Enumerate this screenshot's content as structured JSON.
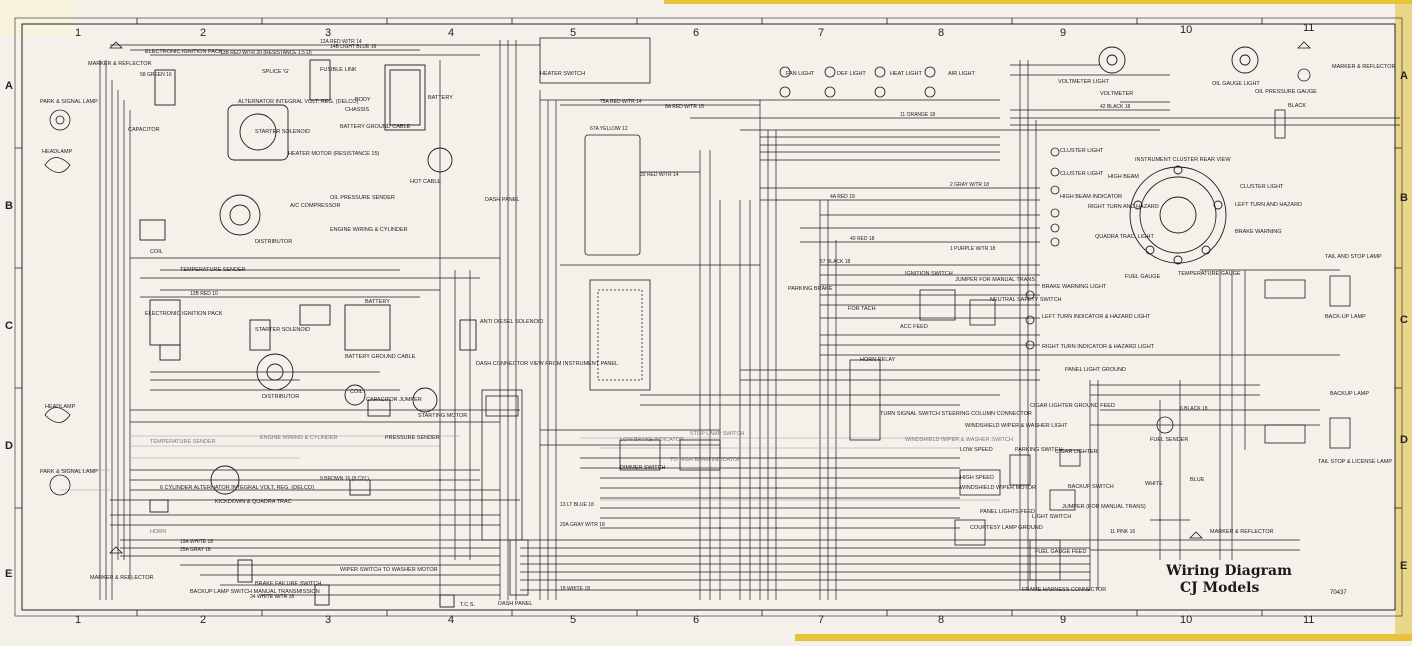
{
  "title": {
    "line1": "Wiring Diagram",
    "line2": "CJ Models"
  },
  "part_number": "70437",
  "columns": [
    "1",
    "2",
    "3",
    "4",
    "5",
    "6",
    "7",
    "8",
    "9",
    "10",
    "11"
  ],
  "rows": [
    "A",
    "B",
    "C",
    "D",
    "E"
  ],
  "colors": {
    "paper": "#f4f1ea",
    "ink": "#1c1c1c",
    "faint_ink": "#8a8a8a",
    "edge": "#e8c23a"
  },
  "labels": [
    {
      "id": "marker-reflector-left-top",
      "text": "MARKER & REFLECTOR"
    },
    {
      "id": "electronic-ignition-pack-top",
      "text": "ELECTRONIC IGNITION PACK"
    },
    {
      "id": "park-signal-lamp-top",
      "text": "PARK & SIGNAL LAMP"
    },
    {
      "id": "headlamp-top",
      "text": "HEADLAMP"
    },
    {
      "id": "capacitor-top",
      "text": "CAPACITOR"
    },
    {
      "id": "alternator-top",
      "text": "ALTERNATOR INTEGRAL VOLT. REG. (DELCO)"
    },
    {
      "id": "starter-solenoid-top",
      "text": "STARTER SOLENOID"
    },
    {
      "id": "heater-motor",
      "text": "HEATER MOTOR (RESISTANCE 15)"
    },
    {
      "id": "battery-top",
      "text": "BATTERY"
    },
    {
      "id": "battery-ground-cable-top",
      "text": "BATTERY GROUND CABLE"
    },
    {
      "id": "fusible-link-top",
      "text": "FUSIBLE LINK"
    },
    {
      "id": "splice-g",
      "text": "SPLICE 'G'"
    },
    {
      "id": "body",
      "text": "BODY"
    },
    {
      "id": "chassis",
      "text": "CHASSIS"
    },
    {
      "id": "hot-cable",
      "text": "HOT CABLE"
    },
    {
      "id": "ac-compressor",
      "text": "A/C COMPRESSOR"
    },
    {
      "id": "oil-pressure-sender-top",
      "text": "OIL PRESSURE SENDER"
    },
    {
      "id": "engine-wiring-top",
      "text": "ENGINE WIRING & CYLINDER"
    },
    {
      "id": "distributor-top",
      "text": "DISTRIBUTOR"
    },
    {
      "id": "coil-top",
      "text": "COIL"
    },
    {
      "id": "temp-sender-top",
      "text": "TEMPERATURE SENDER"
    },
    {
      "id": "dash-panel-top",
      "text": "DASH PANEL"
    },
    {
      "id": "heater-switch",
      "text": "HEATER SWITCH"
    },
    {
      "id": "fan-light",
      "text": "FAN LIGHT"
    },
    {
      "id": "def-light",
      "text": "DEF LIGHT"
    },
    {
      "id": "heat-light",
      "text": "HEAT LIGHT"
    },
    {
      "id": "air-light",
      "text": "AIR LIGHT"
    },
    {
      "id": "voltmeter",
      "text": "VOLTMETER"
    },
    {
      "id": "voltmeter-light",
      "text": "VOLTMETER LIGHT"
    },
    {
      "id": "oil-gauge-light",
      "text": "OIL GAUGE LIGHT"
    },
    {
      "id": "oil-pressure-gauge",
      "text": "OIL PRESSURE GAUGE"
    },
    {
      "id": "marker-reflector-right-top",
      "text": "MARKER & REFLECTOR"
    },
    {
      "id": "cluster-light-1",
      "text": "CLUSTER LIGHT"
    },
    {
      "id": "cluster-light-2",
      "text": "CLUSTER LIGHT"
    },
    {
      "id": "high-beam-indicator",
      "text": "HIGH BEAM INDICATOR"
    },
    {
      "id": "right-turn-hazard",
      "text": "RIGHT TURN AND HAZARD"
    },
    {
      "id": "quadra-trac-light",
      "text": "QUADRA TRAC. LIGHT"
    },
    {
      "id": "instrument-cluster-rear-view",
      "text": "INSTRUMENT CLUSTER REAR VIEW"
    },
    {
      "id": "high-beam",
      "text": "HIGH BEAM"
    },
    {
      "id": "left-turn-hazard",
      "text": "LEFT TURN AND HAZARD"
    },
    {
      "id": "brake-warning",
      "text": "BRAKE WARNING"
    },
    {
      "id": "fuel-gauge",
      "text": "FUEL GAUGE"
    },
    {
      "id": "temperature-gauge",
      "text": "TEMPERATURE GAUGE"
    },
    {
      "id": "cluster-light-3",
      "text": "CLUSTER LIGHT"
    },
    {
      "id": "tail-stop-lamp",
      "text": "TAIL AND STOP LAMP"
    },
    {
      "id": "back-up-lamp",
      "text": "BACK-UP LAMP"
    },
    {
      "id": "ignition-switch",
      "text": "IGNITION SWITCH"
    },
    {
      "id": "jumper-manual-trans",
      "text": "JUMPER FOR MANUAL TRANS"
    },
    {
      "id": "neutral-safety-switch",
      "text": "NEUTRAL SAFETY SWITCH"
    },
    {
      "id": "brake-warning-light",
      "text": "BRAKE WARNING LIGHT"
    },
    {
      "id": "left-turn-indicator",
      "text": "LEFT TURN INDICATOR & HAZARD LIGHT"
    },
    {
      "id": "right-turn-indicator",
      "text": "RIGHT TURN INDICATOR & HAZARD LIGHT"
    },
    {
      "id": "panel-light-ground",
      "text": "PANEL LIGHT GROUND"
    },
    {
      "id": "for-tach",
      "text": "FOR TACH"
    },
    {
      "id": "acc-feed",
      "text": "ACC FEED"
    },
    {
      "id": "horn-relay",
      "text": "HORN RELAY"
    },
    {
      "id": "parking-brake",
      "text": "PARKING BRAKE"
    },
    {
      "id": "electronic-ignition-pack-mid",
      "text": "ELECTRONIC IGNITION PACK"
    },
    {
      "id": "starter-solenoid-mid",
      "text": "STARTER SOLENOID"
    },
    {
      "id": "battery-mid",
      "text": "BATTERY"
    },
    {
      "id": "battery-ground-cable-mid",
      "text": "BATTERY GROUND CABLE"
    },
    {
      "id": "anti-diesel-solenoid",
      "text": "ANTI DIESEL SOLENOID"
    },
    {
      "id": "dash-connector",
      "text": "DASH CONNECTOR VIEW FROM INSTRUMENT PANEL"
    },
    {
      "id": "distributor-mid",
      "text": "DISTRIBUTOR"
    },
    {
      "id": "coil-mid",
      "text": "COIL"
    },
    {
      "id": "capacitor-jumper",
      "text": "CAPACITOR JUMPER"
    },
    {
      "id": "starting-motor",
      "text": "STARTING MOTOR"
    },
    {
      "id": "pressure-sender",
      "text": "PRESSURE SENDER"
    },
    {
      "id": "engine-wiring-mid",
      "text": "ENGINE WIRING & CYLINDER"
    },
    {
      "id": "temp-sender-mid",
      "text": "TEMPERATURE SENDER"
    },
    {
      "id": "headlamp-mid",
      "text": "HEADLAMP"
    },
    {
      "id": "park-signal-lamp-mid",
      "text": "PARK & SIGNAL LAMP"
    },
    {
      "id": "six-cyl-alternator",
      "text": "6 CYLINDER ALTERNATOR INTEGRAL VOLT. REG. (DELCO)"
    },
    {
      "id": "kickdown-quadra-trac",
      "text": "KICKDOWN & QUADRA TRAC"
    },
    {
      "id": "horn",
      "text": "HORN"
    },
    {
      "id": "marker-reflector-left-bottom",
      "text": "MARKER & REFLECTOR"
    },
    {
      "id": "backup-lamp-switch",
      "text": "BACKUP LAMP SWITCH MANUAL TRANSMISSION"
    },
    {
      "id": "brake-failure-switch",
      "text": "BRAKE FAILURE SWITCH"
    },
    {
      "id": "wiper-switch-washer",
      "text": "WIPER SWITCH TO WASHER MOTOR"
    },
    {
      "id": "tcs",
      "text": "T.C.S."
    },
    {
      "id": "dash-panel-bottom",
      "text": "DASH PANEL"
    },
    {
      "id": "low-brake-indicator",
      "text": "LOW BRAKE INDICATOR"
    },
    {
      "id": "stop-lamp-switch",
      "text": "STOP LAMP SWITCH"
    },
    {
      "id": "dimmer-switch",
      "text": "DIMMER SWITCH"
    },
    {
      "id": "high-beam-indicator-2",
      "text": "TO HIGH BEAM INDICATOR"
    },
    {
      "id": "turn-signal-switch",
      "text": "TURN SIGNAL SWITCH STEERING COLUMN CONNECTOR"
    },
    {
      "id": "windshield-wiper-switch",
      "text": "WINDSHIELD WIPER & WASHER SWITCH"
    },
    {
      "id": "windshield-wiper-light",
      "text": "WINDSHIELD WIPER & WASHER LIGHT"
    },
    {
      "id": "low-speed",
      "text": "LOW SPEED"
    },
    {
      "id": "parking-switch",
      "text": "PARKING SWITCH"
    },
    {
      "id": "high-speed",
      "text": "HIGH SPEED"
    },
    {
      "id": "windshield-wiper-motor",
      "text": "WINDSHIELD WIPER MOTOR"
    },
    {
      "id": "cigar-lighter-ground",
      "text": "CIGAR LIGHTER GROUND FEED"
    },
    {
      "id": "cigar-lighter",
      "text": "CIGAR LIGHTER"
    },
    {
      "id": "backup-switch",
      "text": "BACKUP SWITCH"
    },
    {
      "id": "light-switch",
      "text": "LIGHT SWITCH"
    },
    {
      "id": "jumper-manual-trans-2",
      "text": "JUMPER (FOR MANUAL TRANS)"
    },
    {
      "id": "courtesy-lamp-ground",
      "text": "COURTESY LAMP GROUND"
    },
    {
      "id": "panel-lights-feed",
      "text": "PANEL LIGHTS FEED"
    },
    {
      "id": "fuel-sender",
      "text": "FUEL SENDER"
    },
    {
      "id": "backup-lamp-right",
      "text": "BACKUP LAMP"
    },
    {
      "id": "tail-stop-license-lamp",
      "text": "TAIL STOP & LICENSE LAMP"
    },
    {
      "id": "marker-reflector-right-bottom",
      "text": "MARKER & REFLECTOR"
    },
    {
      "id": "frame-harness-connector",
      "text": "FRAME HARNESS CONNECTOR"
    },
    {
      "id": "fuel-gauge-feed",
      "text": "FUEL GAUGE FEED"
    },
    {
      "id": "black-wire",
      "text": "BLACK"
    },
    {
      "id": "blue-wire",
      "text": "BLUE"
    },
    {
      "id": "white-wire",
      "text": "WHITE"
    }
  ],
  "wire_labels": [
    {
      "id": "w1",
      "text": "12A RED W/TR 14"
    },
    {
      "id": "w2",
      "text": "14B LIGHT BLUE 16"
    },
    {
      "id": "w3",
      "text": "13B RED W/TR 20 (RESISTANCE 1.5 Ω)"
    },
    {
      "id": "w4",
      "text": "75A RED W/TR 14"
    },
    {
      "id": "w5",
      "text": "8A RED W/TR 18"
    },
    {
      "id": "w6",
      "text": "67A YELLOW 12"
    },
    {
      "id": "w7",
      "text": "11 ORANGE 18"
    },
    {
      "id": "w8",
      "text": "33 RED W/TR 14"
    },
    {
      "id": "w9",
      "text": "2 GRAY W/TR 18"
    },
    {
      "id": "w10",
      "text": "4A RED 18"
    },
    {
      "id": "w11",
      "text": "40 RED 18"
    },
    {
      "id": "w12",
      "text": "1 PURPLE W/TR 18"
    },
    {
      "id": "w13",
      "text": "57 BLACK 18"
    },
    {
      "id": "w14",
      "text": "12B RED 10"
    },
    {
      "id": "w15",
      "text": "9 BROWN 16 (8 CYL)"
    },
    {
      "id": "w16",
      "text": "42 BLACK 18"
    },
    {
      "id": "w17",
      "text": "19A WHITE 18"
    },
    {
      "id": "w18",
      "text": "25A GRAY 18"
    },
    {
      "id": "w19",
      "text": "34 WHITE W/TR 18"
    },
    {
      "id": "w20",
      "text": "58 GREEN 16"
    },
    {
      "id": "w21",
      "text": "13 LT BLUE 18"
    },
    {
      "id": "w22",
      "text": "20A GRAY W/TR 18"
    },
    {
      "id": "w23",
      "text": "18 WHITE 18"
    },
    {
      "id": "w24",
      "text": "6 BLACK 18"
    },
    {
      "id": "w25",
      "text": "11 PINK 16"
    }
  ]
}
